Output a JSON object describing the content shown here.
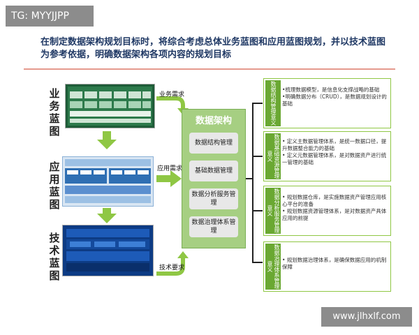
{
  "badge": "TG: MYYJJPP",
  "heading": "在制定数据架构规划目标时，将综合考虑总体业务蓝图和应用蓝图规划，并以技术蓝图为参考依据，明确数据架构各项内容的规划目标",
  "left_labels": [
    "业务蓝图",
    "应用蓝图",
    "技术蓝图"
  ],
  "requirements": [
    "业务需求",
    "应用需求",
    "技术要求"
  ],
  "core": {
    "title": "数据架构",
    "items": [
      "数据结构管理",
      "基础数据管理",
      "数据分析服务管理",
      "数据治理体系管理"
    ]
  },
  "panels": [
    {
      "label": "数据结构管理意义",
      "lines": [
        "•梳理数据模型，是信息化支撑战略的基础",
        "•明确数据分布（CRUD），是数据规划设计的基础"
      ]
    },
    {
      "label": "数据基础资源管理意义",
      "lines": [
        "• 定义主数据管理体系，是统一数据口径，提升数据整合能力的基础",
        "• 定义元数据管理体系，是对数据资产进行统一管理的基础"
      ]
    },
    {
      "label": "数据分析服务管理意义",
      "lines": [
        "• 规划数据仓库，是实施数据资产管理应用核心平台的准备",
        "• 规划数据资源管理体系，是对数据资产具体应用的前提"
      ]
    },
    {
      "label": "数据治理体系管理意义",
      "lines": [
        "• 规划数据治理体系，是确保数据应用的机制保障"
      ]
    }
  ],
  "watermark": "www.jlhxlf.com",
  "colors": {
    "accent_green": "#8fc744",
    "panel_label_green": "#6aa832",
    "heading_blue": "#1f3864"
  }
}
